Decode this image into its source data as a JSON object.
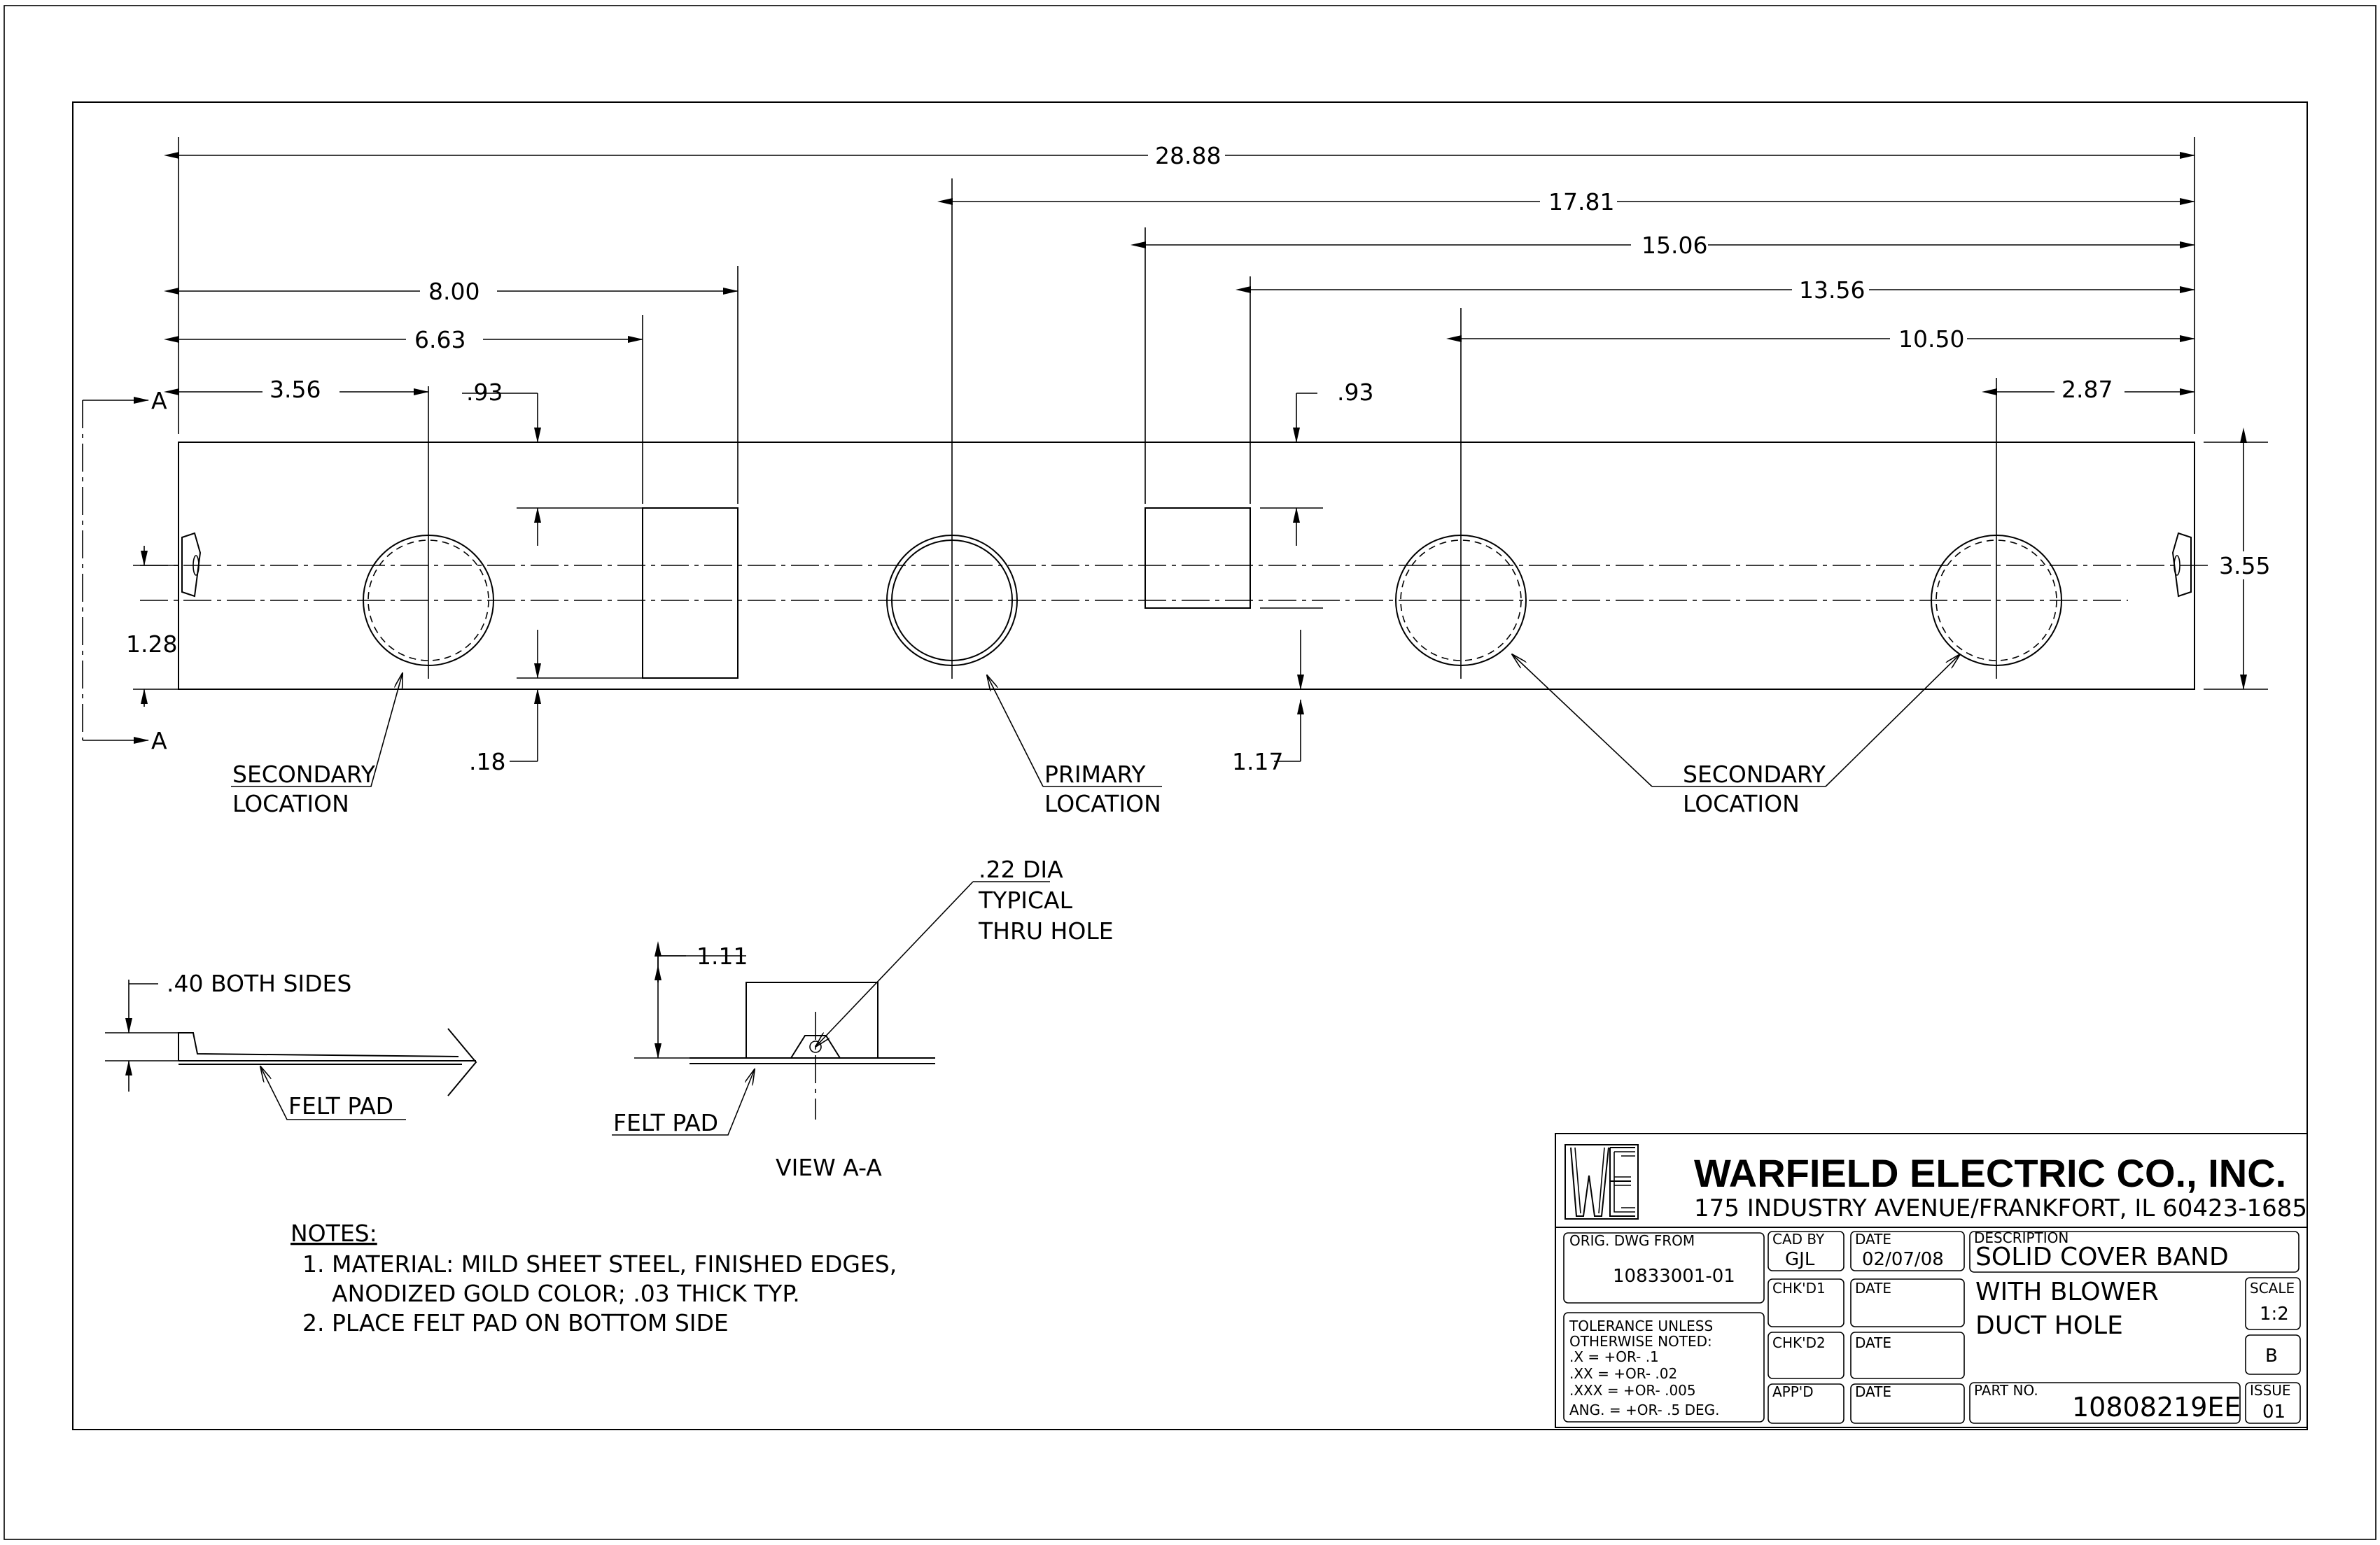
{
  "dimensions": {
    "overall_length": "28.88",
    "primary_from_right": "17.81",
    "rect2_left_from_right": "15.06",
    "rect2_right_from_right": "13.56",
    "sec3_from_right": "10.50",
    "sec4_from_right": "2.87",
    "rect1_right": "8.00",
    "rect1_left": "6.63",
    "sec1_from_left": "3.56",
    "top_offset_left": ".93",
    "top_offset_right": ".93",
    "height": "3.55",
    "centerline_height": "1.28",
    "bottom_offset_left": ".18",
    "bottom_offset_right": "1.17",
    "flange_height": "1.11",
    "felt_thickness": ".40 BOTH SIDES"
  },
  "section_marks": {
    "top": "A",
    "bottom": "A"
  },
  "labels": {
    "secondary_left_1": "SECONDARY",
    "secondary_left_2": "LOCATION",
    "primary_1": "PRIMARY",
    "primary_2": "LOCATION",
    "secondary_right_1": "SECONDARY",
    "secondary_right_2": "LOCATION",
    "hole_1": ".22 DIA",
    "hole_2": "TYPICAL",
    "hole_3": "THRU HOLE",
    "felt_pad_1": "FELT PAD",
    "felt_pad_2": "FELT PAD",
    "view": "VIEW A-A"
  },
  "notes": {
    "heading": "NOTES:",
    "line1": "1. MATERIAL: MILD SHEET STEEL, FINISHED EDGES,",
    "line2": "ANODIZED GOLD COLOR; .03 THICK TYP.",
    "line3": "2. PLACE FELT PAD ON BOTTOM SIDE"
  },
  "title_block": {
    "company": "WARFIELD ELECTRIC CO., INC.",
    "address": "175 INDUSTRY AVENUE/FRANKFORT, IL 60423-1685",
    "orig_dwg_label": "ORIG. DWG FROM",
    "orig_dwg_value": "10833001-01",
    "tolerance_1": "TOLERANCE UNLESS",
    "tolerance_2": "OTHERWISE NOTED:",
    "tolerance_3": ".X    = +OR- .1",
    "tolerance_4": ".XX    = +OR- .02",
    "tolerance_5": ".XXX  = +OR- .005",
    "tolerance_6": "ANG. = +OR- .5 DEG.",
    "cad_by_label": "CAD BY",
    "cad_by_value": "GJL",
    "date_label_1": "DATE",
    "date_value": "02/07/08",
    "chkd1_label": "CHK'D1",
    "date_label_2": "DATE",
    "chkd2_label": "CHK'D2",
    "date_label_3": "DATE",
    "appd_label": "APP'D",
    "date_label_4": "DATE",
    "description_label": "DESCRIPTION",
    "description_1": "SOLID COVER BAND",
    "description_2": "WITH BLOWER",
    "description_3": "DUCT HOLE",
    "scale_label": "SCALE",
    "scale_value": "1:2",
    "size_value": "B",
    "part_no_label": "PART NO.",
    "part_no_value": "10808219EE",
    "issue_label": "ISSUE",
    "issue_value": "01"
  }
}
